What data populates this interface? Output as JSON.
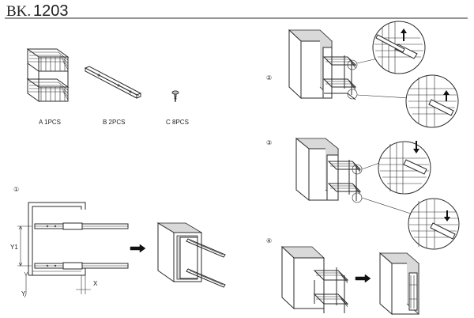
{
  "header": {
    "prefix": "BK.",
    "code": "1203"
  },
  "parts": [
    {
      "id": "A",
      "label": "A 1PCS"
    },
    {
      "id": "B",
      "label": "B 2PCS"
    },
    {
      "id": "C",
      "label": "C 8PCS"
    }
  ],
  "steps": [
    {
      "number": "①"
    },
    {
      "number": "②"
    },
    {
      "number": "③"
    },
    {
      "number": "④"
    }
  ],
  "dimensions": {
    "y1": "Y1",
    "y": "Y",
    "x": "X"
  },
  "icons": [
    "up-arrow-icon",
    "down-arrow-icon",
    "right-arrow-icon",
    "screw-icon"
  ]
}
